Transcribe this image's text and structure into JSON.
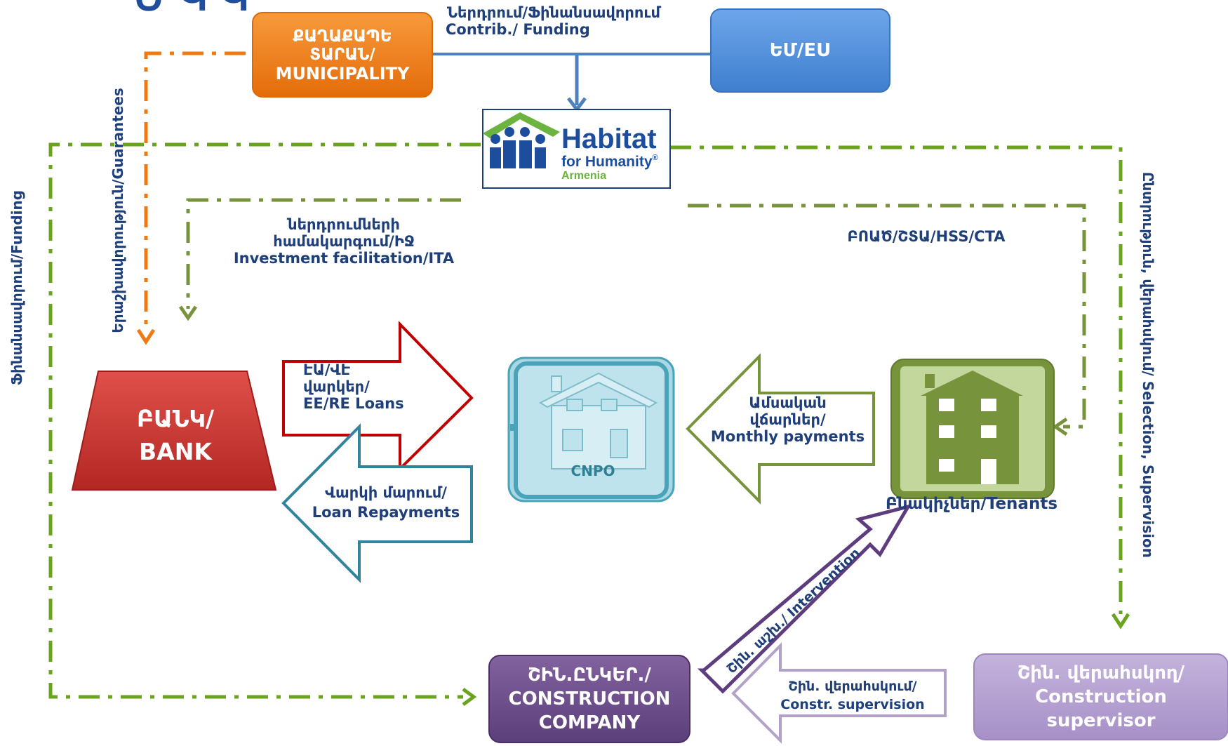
{
  "title_fragment": "Մ      Կ    Կ",
  "nodes": {
    "municipality": {
      "line1": "ՔԱՂԱՔԱՊԵ",
      "line2": "ՏԱՐԱՆ/",
      "line3": "MUNICIPALITY"
    },
    "eu": {
      "label": "ԵՄ/EU"
    },
    "habitat": {
      "line1": "Habitat",
      "line2": "for Humanity",
      "reg": "®",
      "line3": "Armenia"
    },
    "bank": {
      "line1": "ԲԱՆԿ/",
      "line2": "BANK"
    },
    "cnpo": {
      "label": "CNPO"
    },
    "tenants": {
      "label": "Բնակիչներ/Tenants"
    },
    "construction_company": {
      "line1": "ՇԻՆ.ԸՆԿԵՐ./",
      "line2": "CONSTRUCTION",
      "line3": "COMPANY"
    },
    "construction_supervisor": {
      "line1": "Շին. վերահսկող/",
      "line2": "Construction",
      "line3": "supervisor"
    }
  },
  "edges": {
    "contrib_funding": {
      "line1": "Ներդրում/Ֆինանսավորում",
      "line2": "Contrib./ Funding"
    },
    "guarantees": {
      "label": "Երաշխավորություն/Guarantees"
    },
    "funding": {
      "label": "Ֆինանսավորում/Funding"
    },
    "investment_facilitation": {
      "line1": "ներդրումների",
      "line2": "համակարգում/ԻՋ",
      "line3": "Investment facilitation/ITA"
    },
    "hss_cta": {
      "label": "ԲՈԱԾ/ՇՏԱ/HSS/CTA"
    },
    "selection_supervision": {
      "label": "Ընտրություն, վերահսկում/ Selection, Supervision"
    },
    "loans": {
      "line1": "ԷԱ/ՎԷ",
      "line2": "վարկեր/",
      "line3": "EE/RE Loans"
    },
    "repayments": {
      "line1": "Վարկի մարում/",
      "line2": "Loan Repayments"
    },
    "monthly_payments": {
      "line1": "Ամսական",
      "line2": "վճարներ/",
      "line3": "Monthly payments"
    },
    "intervention": {
      "label": "Շին. աշխ./ Intervention"
    },
    "constr_supervision": {
      "line1": "Շին. վերահսկում/",
      "line2": "Constr. supervision"
    }
  },
  "colors": {
    "municipality": "#f07a12",
    "eu": "#4f8fdc",
    "bank": "#c8312d",
    "cnpo": "#4aa3b8",
    "tenants": "#77933c",
    "company": "#6b4d8c",
    "supervisor": "#b49fd1",
    "green_line": "#6aa31c",
    "orange_line": "#f07a12",
    "navy_text": "#1f3f7a",
    "red_arrow": "#c00000",
    "teal_arrow": "#31849b",
    "olive_arrow": "#77933c",
    "purple_arrow": "#5e3d7e",
    "lavender_arrow": "#b3a2c7"
  }
}
